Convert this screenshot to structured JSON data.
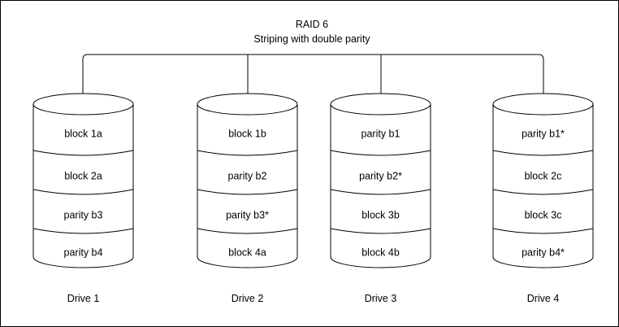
{
  "title": {
    "line1": "RAID 6",
    "line2": "Striping with double parity"
  },
  "drives": [
    {
      "label": "Drive 1",
      "blocks": [
        "block 1a",
        "block 2a",
        "parity b3",
        "parity b4"
      ]
    },
    {
      "label": "Drive 2",
      "blocks": [
        "block 1b",
        "parity b2",
        "parity b3*",
        "block 4a"
      ]
    },
    {
      "label": "Drive 3",
      "blocks": [
        "parity b1",
        "parity b2*",
        "block 3b",
        "block 4b"
      ]
    },
    {
      "label": "Drive 4",
      "blocks": [
        "parity b1*",
        "block 2c",
        "block 3c",
        "parity b4*"
      ]
    }
  ],
  "colors": {
    "stroke": "#000000",
    "fill": "#ffffff",
    "background": "#ffffff"
  }
}
